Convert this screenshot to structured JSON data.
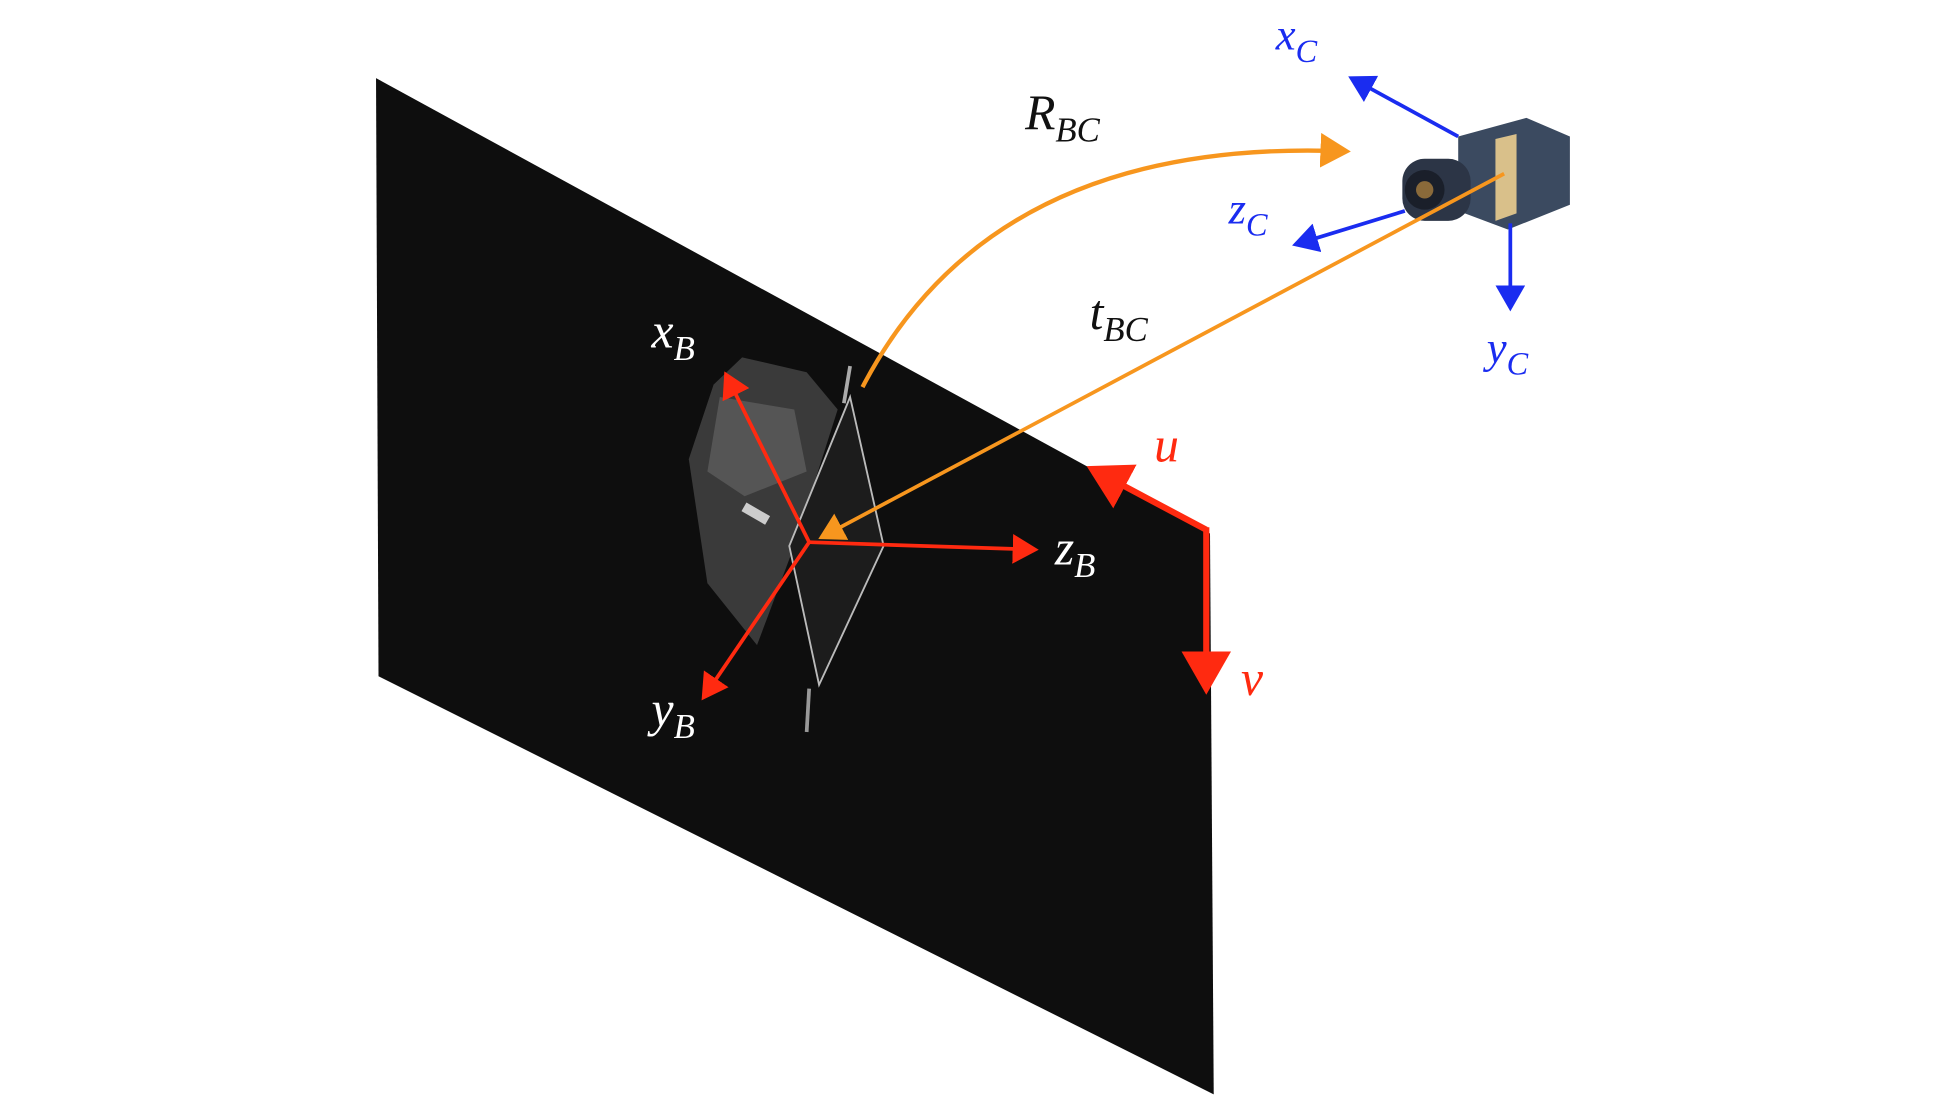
{
  "labels": {
    "rotation": {
      "main": "R",
      "sub": "BC"
    },
    "translation": {
      "main": "t",
      "sub": "BC"
    },
    "body_x": {
      "main": "x",
      "sub": "B"
    },
    "body_y": {
      "main": "y",
      "sub": "B"
    },
    "body_z": {
      "main": "z",
      "sub": "B"
    },
    "cam_x": {
      "main": "x",
      "sub": "C"
    },
    "cam_y": {
      "main": "y",
      "sub": "C"
    },
    "cam_z": {
      "main": "z",
      "sub": "C"
    },
    "image_u": "u",
    "image_v": "v"
  },
  "colors": {
    "body_axes": "#ff2a10",
    "camera_axes": "#1a2cf0",
    "transform": "#f7961e",
    "image_plane": "#0e0e0e"
  }
}
